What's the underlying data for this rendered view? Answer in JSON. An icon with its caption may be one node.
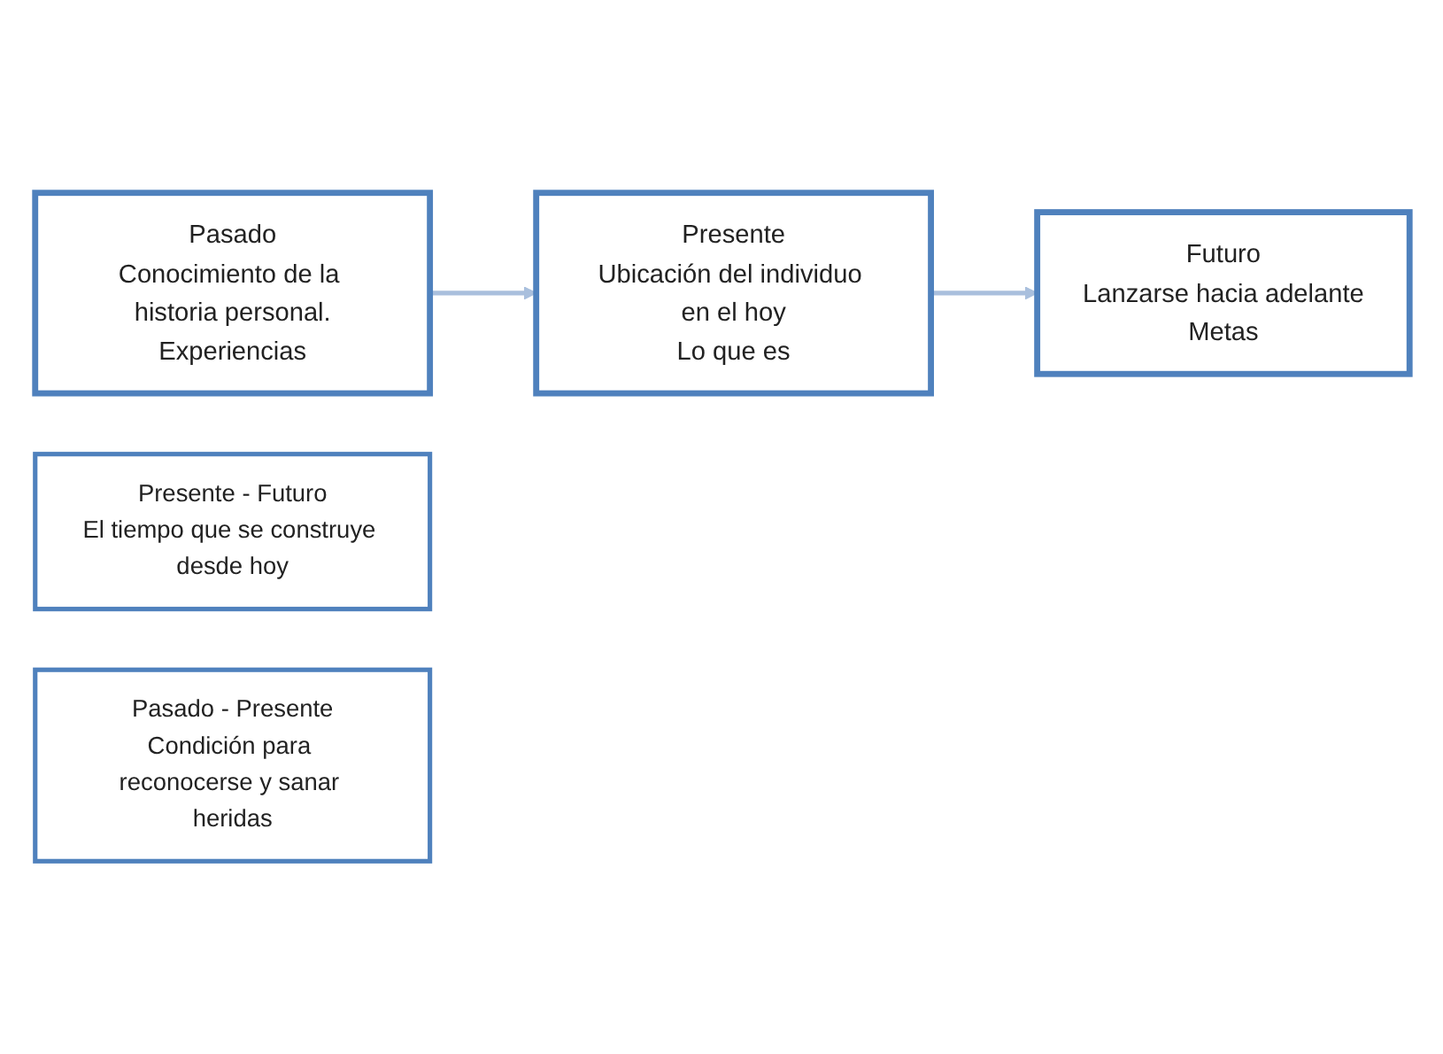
{
  "diagram": {
    "nodes": [
      {
        "text": [
          "Pasado",
          "Conocimiento de la historia personal.",
          "Experiencias"
        ]
      },
      {
        "text": [
          "Presente",
          "Ubicación del individuo en el hoy",
          "Lo que es"
        ]
      },
      {
        "text": [
          "Futuro",
          "Lanzarse hacia adelante",
          "Metas"
        ]
      },
      {
        "text": [
          "Presente - Futuro",
          "El tiempo que se construye desde hoy"
        ]
      },
      {
        "text": [
          "Pasado - Presente",
          "Condición para reconocerse y sanar heridas"
        ]
      }
    ],
    "edges": [
      {
        "from": 0,
        "to": 1,
        "arrow": "to"
      },
      {
        "from": 1,
        "to": 2,
        "arrow": "to"
      }
    ]
  }
}
